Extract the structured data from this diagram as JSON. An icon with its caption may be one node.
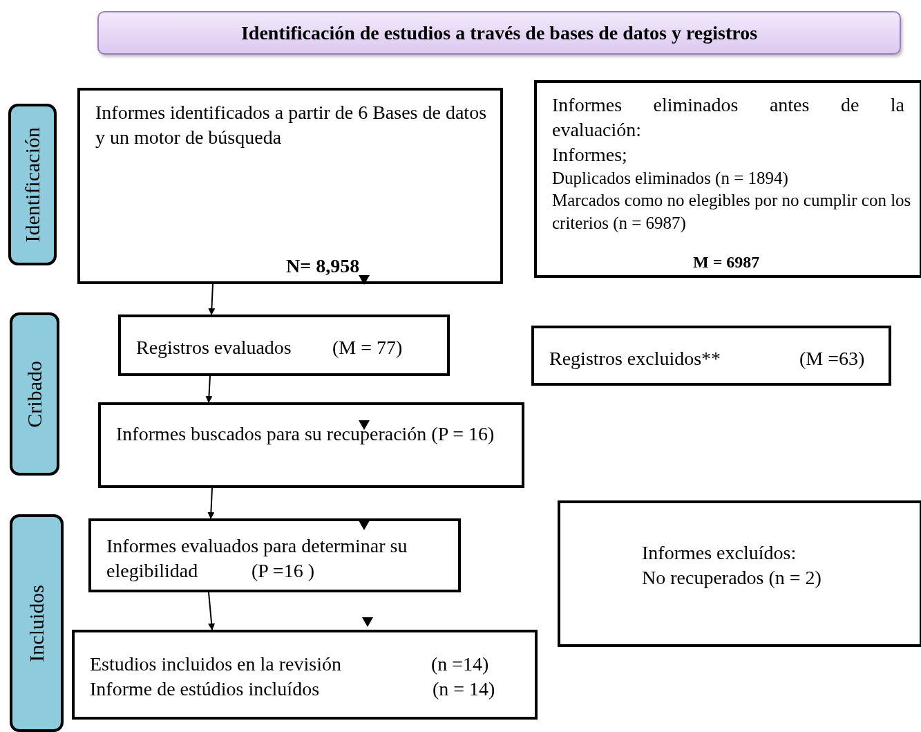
{
  "diagram": {
    "nodes": [
      {
        "text": [
          "Identificación de estudios a través de bases de datos y registros"
        ]
      },
      {
        "text": [
          "Identificación"
        ]
      },
      {
        "text": [
          "Cribado"
        ]
      },
      {
        "text": [
          "Incluidos"
        ]
      },
      {
        "text": [
          "Informes identificados a partir de 6 Bases de datos y un motor de búsqueda",
          "N= 8,958"
        ]
      },
      {
        "text": [
          "Informes eliminados antes de la evaluación:",
          "Informes;",
          "Duplicados eliminados (n = 1894)",
          "Marcados como no elegibles por no cumplir con los criterios (n = 6987)",
          "M = 6987"
        ]
      },
      {
        "text": [
          "Registros evaluados",
          "(M = 77)"
        ]
      },
      {
        "text": [
          "Registros excluidos**",
          "(M =63)"
        ]
      },
      {
        "text": [
          "Informes buscados para su recuperación (P = 16)"
        ]
      },
      {
        "text": [
          "Informes evaluados para determinar su elegibilidad",
          "(P =16 )"
        ]
      },
      {
        "text": [
          "Informes excluídos:",
          "No recuperados (n = 2)"
        ]
      },
      {
        "text": [
          "Estudios incluidos en la revisión",
          "(n =14)",
          "Informe de estúdios incluídos",
          "(n = 14)"
        ]
      }
    ],
    "edges": [
      {
        "from": 4,
        "to": 6,
        "arrow": "to"
      },
      {
        "from": 6,
        "to": 8,
        "arrow": "to"
      },
      {
        "from": 8,
        "to": 9,
        "arrow": "to"
      },
      {
        "from": 9,
        "to": 11,
        "arrow": "to"
      }
    ]
  }
}
